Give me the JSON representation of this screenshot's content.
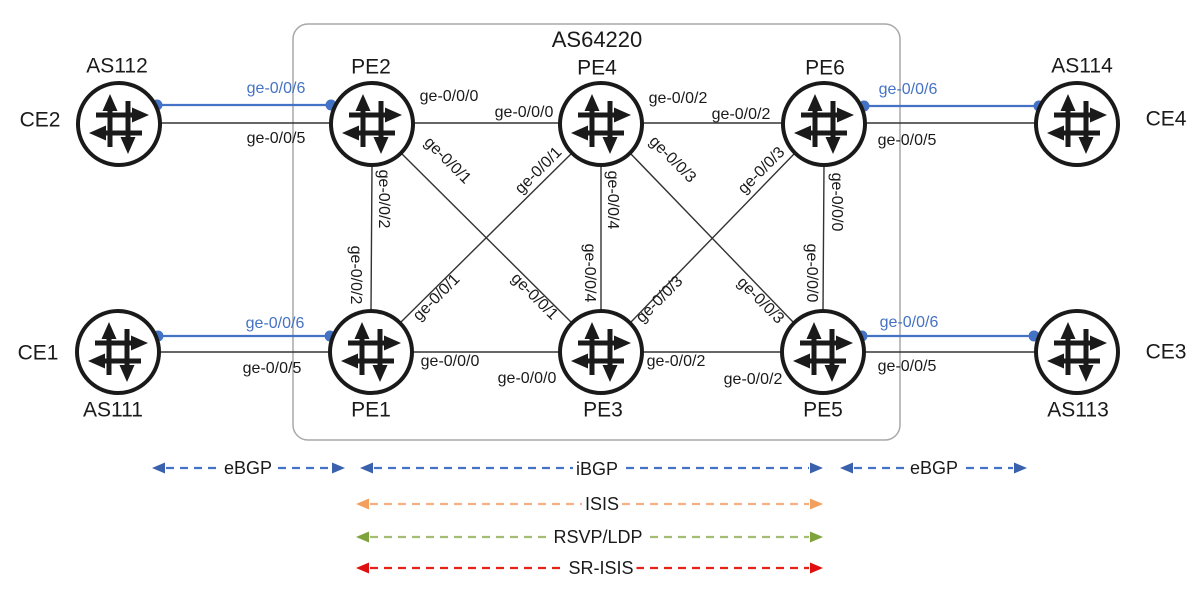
{
  "title": "AS64220",
  "nodes": {
    "ce1": {
      "name": "CE1",
      "as": "AS111"
    },
    "ce2": {
      "name": "CE2",
      "as": "AS112"
    },
    "ce3": {
      "name": "CE3",
      "as": "AS113"
    },
    "ce4": {
      "name": "CE4",
      "as": "AS114"
    },
    "pe1": {
      "name": "PE1"
    },
    "pe2": {
      "name": "PE2"
    },
    "pe3": {
      "name": "PE3"
    },
    "pe4": {
      "name": "PE4"
    },
    "pe5": {
      "name": "PE5"
    },
    "pe6": {
      "name": "PE6"
    }
  },
  "links": {
    "ce2_pe2": {
      "blue_if": "ge-0/0/6",
      "black_if": "ge-0/0/5"
    },
    "ce1_pe1": {
      "blue_if": "ge-0/0/6",
      "black_if": "ge-0/0/5"
    },
    "pe6_ce4": {
      "blue_if": "ge-0/0/6",
      "black_if": "ge-0/0/5"
    },
    "pe5_ce3": {
      "blue_if": "ge-0/0/6",
      "black_if": "ge-0/0/5"
    },
    "pe2_pe4": {
      "pe2_if": "ge-0/0/0",
      "pe4_if": "ge-0/0/0"
    },
    "pe4_pe6": {
      "pe4_if": "ge-0/0/2",
      "pe6_if": "ge-0/0/2"
    },
    "pe1_pe3": {
      "pe1_if": "ge-0/0/0",
      "pe3_if": "ge-0/0/0"
    },
    "pe3_pe5": {
      "pe3_if": "ge-0/0/2",
      "pe5_if": "ge-0/0/2"
    },
    "pe2_pe1": {
      "pe2_if": "ge-0/0/2",
      "pe1_if": "ge-0/0/2"
    },
    "pe4_pe3": {
      "pe4_if": "ge-0/0/4",
      "pe3_if": "ge-0/0/4"
    },
    "pe6_pe5": {
      "pe6_if": "ge-0/0/0",
      "pe5_if": "ge-0/0/0"
    },
    "pe2_pe3": {
      "pe2_if": "ge-0/0/1",
      "pe3_if": "ge-0/0/1"
    },
    "pe1_pe4": {
      "pe1_if": "ge-0/0/1",
      "pe4_if": "ge-0/0/1"
    },
    "pe4_pe5": {
      "pe4_if": "ge-0/0/3",
      "pe5_if": "ge-0/0/3"
    },
    "pe3_pe6": {
      "pe3_if": "ge-0/0/3",
      "pe6_if": "ge-0/0/3"
    }
  },
  "legend": {
    "ebgp_left": "eBGP",
    "ibgp": "iBGP",
    "ebgp_right": "eBGP",
    "isis": "ISIS",
    "rsvp_ldp": "RSVP/LDP",
    "sr_isis": "SR-ISIS"
  },
  "colors": {
    "ce_pe_link_blue": "#4472C4",
    "bgp_blue": "#4472C4",
    "isis_orange": "#F5B183",
    "rsvp_ldp_green": "#A3BE70",
    "sr_isis_red": "#E8201A",
    "box_border_gray": "#A8A8A8",
    "link_black": "#333333",
    "text_black": "#1A1A1A"
  }
}
